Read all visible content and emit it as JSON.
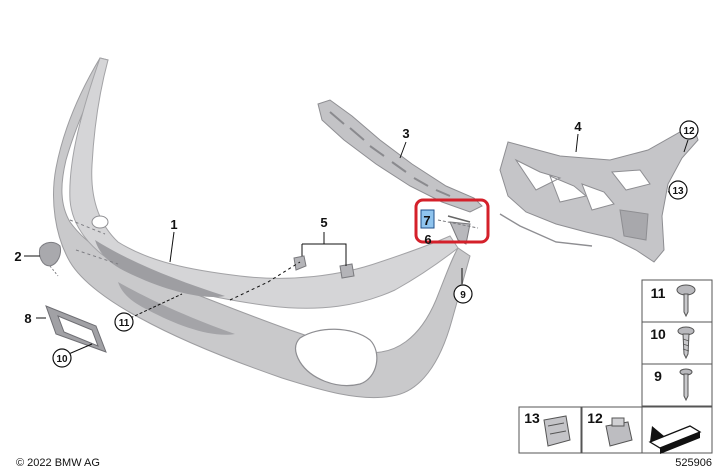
{
  "diagram": {
    "callouts": {
      "c1": "1",
      "c2": "2",
      "c3": "3",
      "c4": "4",
      "c5": "5",
      "c6": "6",
      "c7": "7",
      "c8": "8",
      "c9": "9",
      "c10": "10",
      "c11": "11",
      "c12": "12",
      "c13": "13"
    },
    "legend": {
      "r11": "11",
      "r10": "10",
      "r9": "9",
      "b13": "13",
      "b12": "12"
    },
    "copyright": "© 2022 BMW AG",
    "doc_number": "525906",
    "colors": {
      "part_fill": "#c9c9cb",
      "part_dark": "#a6a6a9",
      "highlight_frame": "#d4202a",
      "selected_label_bg": "#8fc4ee"
    }
  }
}
